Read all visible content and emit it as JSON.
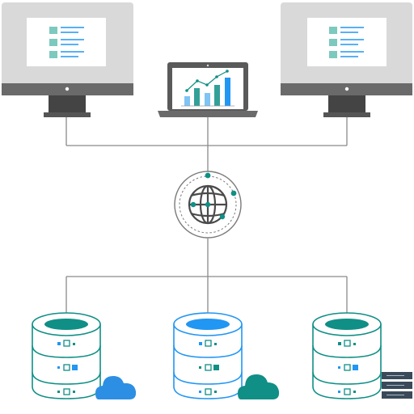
{
  "colors": {
    "teal": "#0f8f86",
    "teal_light": "#7cc9bf",
    "blue": "#2196f3",
    "blue_light": "#7fc4f3",
    "cloud_blue": "#2d8fe4",
    "cloud_teal": "#0f8f86",
    "monitor_frame": "#dcdcdc",
    "monitor_stand": "#4b4b4b",
    "line": "#8a8a8a",
    "storage_dark": "#3a4a5a"
  },
  "nodes": {
    "desktop_left": {
      "icon": "desktop-monitor-icon",
      "screen": "document-list"
    },
    "laptop": {
      "icon": "laptop-icon",
      "screen": "bar-line-chart"
    },
    "desktop_right": {
      "icon": "desktop-monitor-icon",
      "screen": "document-list"
    },
    "hub": {
      "icon": "globe-network-icon"
    },
    "server_left": {
      "icon": "database-server-icon",
      "accent": "teal",
      "badge": "cloud-icon"
    },
    "server_center": {
      "icon": "database-server-icon",
      "accent": "blue",
      "badge": "cloud-icon"
    },
    "server_right": {
      "icon": "database-server-icon",
      "accent": "teal",
      "badge": "storage-rack-icon"
    }
  }
}
